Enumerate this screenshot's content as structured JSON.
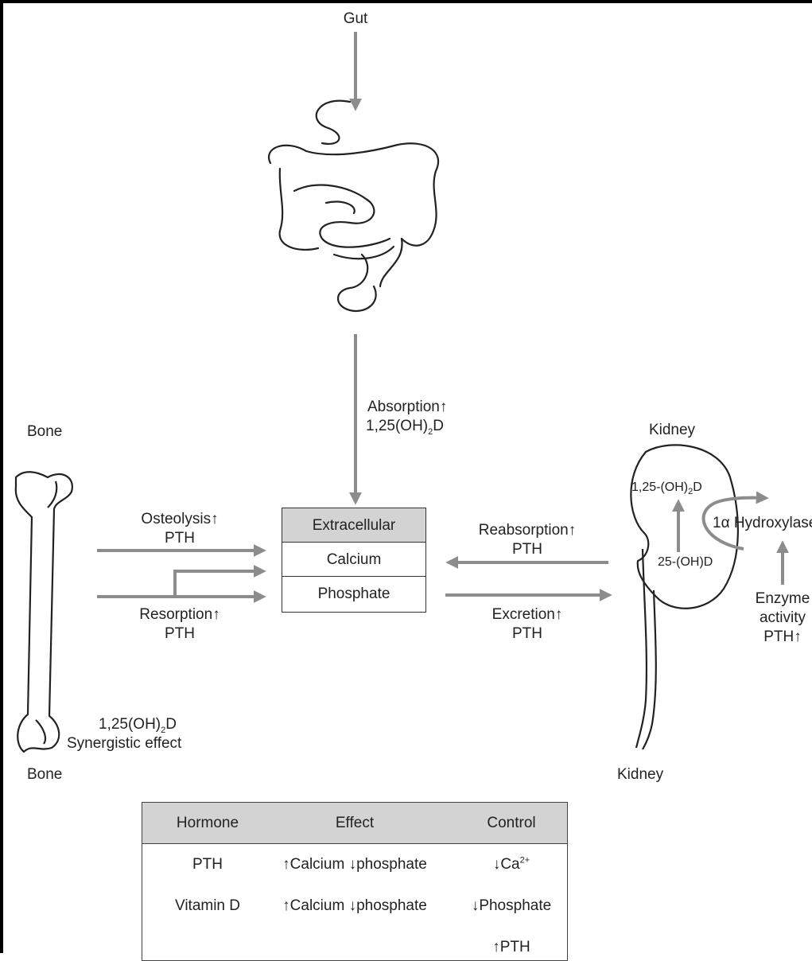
{
  "labels": {
    "gut": "Gut",
    "bone_top": "Bone",
    "bone_bottom": "Bone",
    "kidney_top": "Kidney",
    "kidney_bottom": "Kidney"
  },
  "absorption": {
    "line1": "Absorption↑",
    "line2_pre": "1,25(OH)",
    "line2_sub": "2",
    "line2_post": "D"
  },
  "extracellular_box": {
    "header": "Extracellular",
    "row1": "Calcium",
    "row2": "Phosphate"
  },
  "bone_side": {
    "osteolysis": "Osteolysis↑",
    "osteolysis_hormone": "PTH",
    "resorption": "Resorption↑",
    "resorption_hormone": "PTH",
    "vitd_pre": "1,25(OH)",
    "vitd_sub": "2",
    "vitd_post": "D",
    "synergy": "Synergistic effect"
  },
  "kidney_side": {
    "reabsorption": "Reabsorption↑",
    "reabsorption_hormone": "PTH",
    "excretion": "Excretion↑",
    "excretion_hormone": "PTH",
    "active_pre": "1,25-(OH)",
    "active_sub": "2",
    "active_post": "D",
    "precursor": "25-(OH)D",
    "hydroxylase": "1α Hydroxylase",
    "enzyme_1": "Enzyme",
    "enzyme_2": "activity",
    "enzyme_3": "PTH↑"
  },
  "table": {
    "headers": [
      "Hormone",
      "Effect",
      "Control"
    ],
    "rows": [
      {
        "hormone": "PTH",
        "effect": "↑Calcium ↓phosphate",
        "control_pre": "↓Ca",
        "control_sup": "2+"
      },
      {
        "hormone": "Vitamin D",
        "effect": "↑Calcium ↓phosphate",
        "control_pre": "↓Phosphate",
        "control_sup": ""
      },
      {
        "hormone": "",
        "effect": "",
        "control_pre": "↑PTH",
        "control_sup": ""
      }
    ]
  },
  "colors": {
    "arrow": "#8c8c8c",
    "box_fill": "#d3d3d3",
    "line": "#222222"
  }
}
